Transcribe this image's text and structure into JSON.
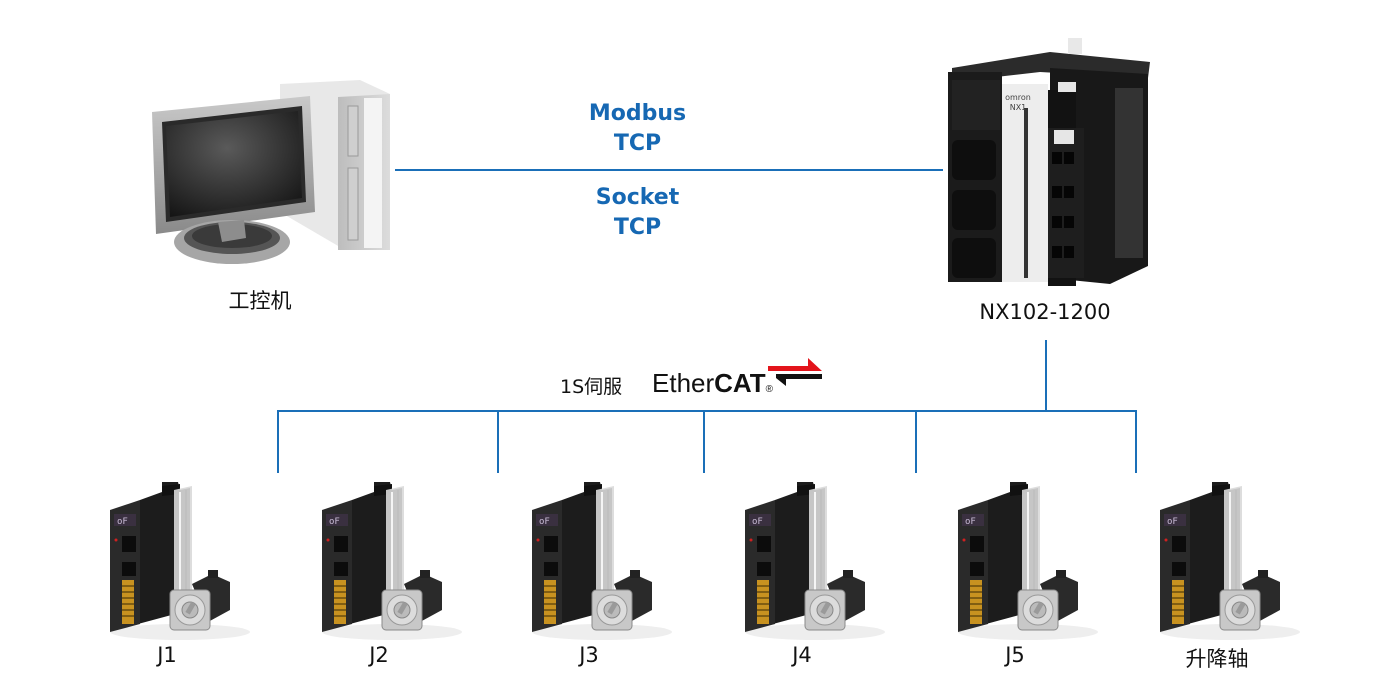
{
  "pc": {
    "label": "工控机",
    "icon": "industrial-pc-icon"
  },
  "plc": {
    "label": "NX102-1200",
    "icon": "plc-controller-icon",
    "brand_text": "omron",
    "model_text": "NX1"
  },
  "link_top": {
    "protocols": [
      {
        "line1": "Modbus",
        "line2": "TCP"
      },
      {
        "line1": "Socket",
        "line2": "TCP"
      }
    ],
    "color": "#1668b3"
  },
  "bus": {
    "prefix": "1S伺服",
    "ethercat_light": "Ether",
    "ethercat_bold": "CAT",
    "registered": "®",
    "line_color": "#1a6fb8",
    "logo_red": "#e3141b"
  },
  "servos": [
    {
      "label": "J1"
    },
    {
      "label": "J2"
    },
    {
      "label": "J3"
    },
    {
      "label": "J4"
    },
    {
      "label": "J5"
    },
    {
      "label": "升降轴"
    }
  ]
}
